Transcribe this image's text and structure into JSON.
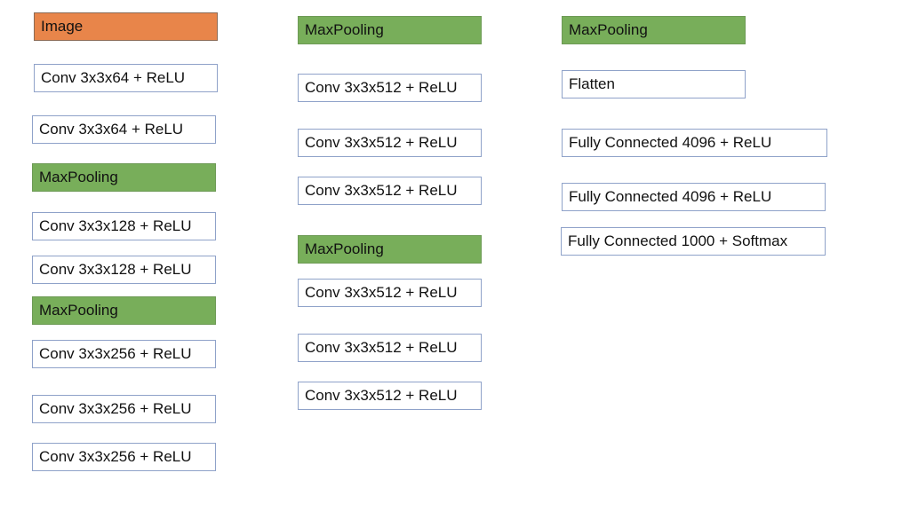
{
  "columns": [
    {
      "blocks": [
        {
          "kind": "input",
          "label": "Image"
        },
        {
          "kind": "layer",
          "label": "Conv 3x3x64 + ReLU"
        },
        {
          "kind": "layer",
          "label": "Conv 3x3x64 + ReLU"
        },
        {
          "kind": "pool",
          "label": "MaxPooling"
        },
        {
          "kind": "layer",
          "label": "Conv 3x3x128 + ReLU"
        },
        {
          "kind": "layer",
          "label": "Conv 3x3x128 + ReLU"
        },
        {
          "kind": "pool",
          "label": "MaxPooling"
        },
        {
          "kind": "layer",
          "label": "Conv 3x3x256 + ReLU"
        },
        {
          "kind": "layer",
          "label": "Conv 3x3x256 + ReLU"
        },
        {
          "kind": "layer",
          "label": "Conv 3x3x256 + ReLU"
        }
      ]
    },
    {
      "blocks": [
        {
          "kind": "pool",
          "label": "MaxPooling"
        },
        {
          "kind": "layer",
          "label": "Conv 3x3x512 + ReLU"
        },
        {
          "kind": "layer",
          "label": "Conv 3x3x512 + ReLU"
        },
        {
          "kind": "layer",
          "label": "Conv 3x3x512 + ReLU"
        },
        {
          "kind": "pool",
          "label": "MaxPooling"
        },
        {
          "kind": "layer",
          "label": "Conv 3x3x512 + ReLU"
        },
        {
          "kind": "layer",
          "label": "Conv 3x3x512 + ReLU"
        },
        {
          "kind": "layer",
          "label": "Conv 3x3x512 + ReLU"
        }
      ]
    },
    {
      "blocks": [
        {
          "kind": "pool",
          "label": "MaxPooling"
        },
        {
          "kind": "layer",
          "label": "Flatten"
        },
        {
          "kind": "layer",
          "label": "Fully Connected 4096 + ReLU"
        },
        {
          "kind": "layer",
          "label": "Fully Connected 4096 + ReLU"
        },
        {
          "kind": "layer",
          "label": "Fully Connected 1000 + Softmax"
        }
      ]
    }
  ],
  "colors": {
    "input_fill": "#e8854a",
    "pool_fill": "#78ae5a",
    "layer_border": "#8fa2c9"
  }
}
